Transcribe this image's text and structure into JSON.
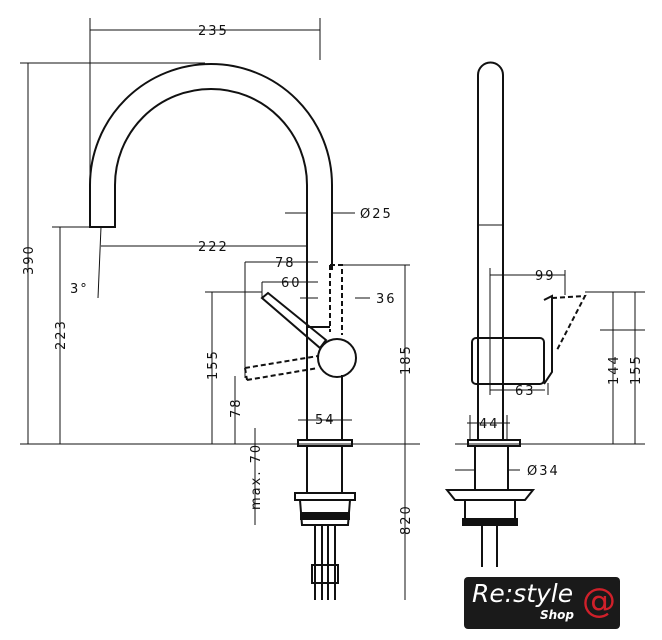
{
  "dimensions": {
    "width_total": "235",
    "height_total": "390",
    "spout_height": "223",
    "spout_reach": "222",
    "lever_78": "78",
    "lever_60": "60",
    "lever_36": "36",
    "spout_diameter": "Ø25",
    "angle": "3°",
    "lever_height_155": "155",
    "lever_low_78": "78",
    "body_height": "185",
    "base_width": "54",
    "deck_thickness": "max. 70",
    "hose_length": "820",
    "side_99": "99",
    "side_63": "63",
    "side_44": "44",
    "side_144": "144",
    "side_155": "155",
    "shank_diameter": "Ø34"
  },
  "logo": {
    "main": "Re:style",
    "sub": "Shop",
    "mark": "@"
  }
}
